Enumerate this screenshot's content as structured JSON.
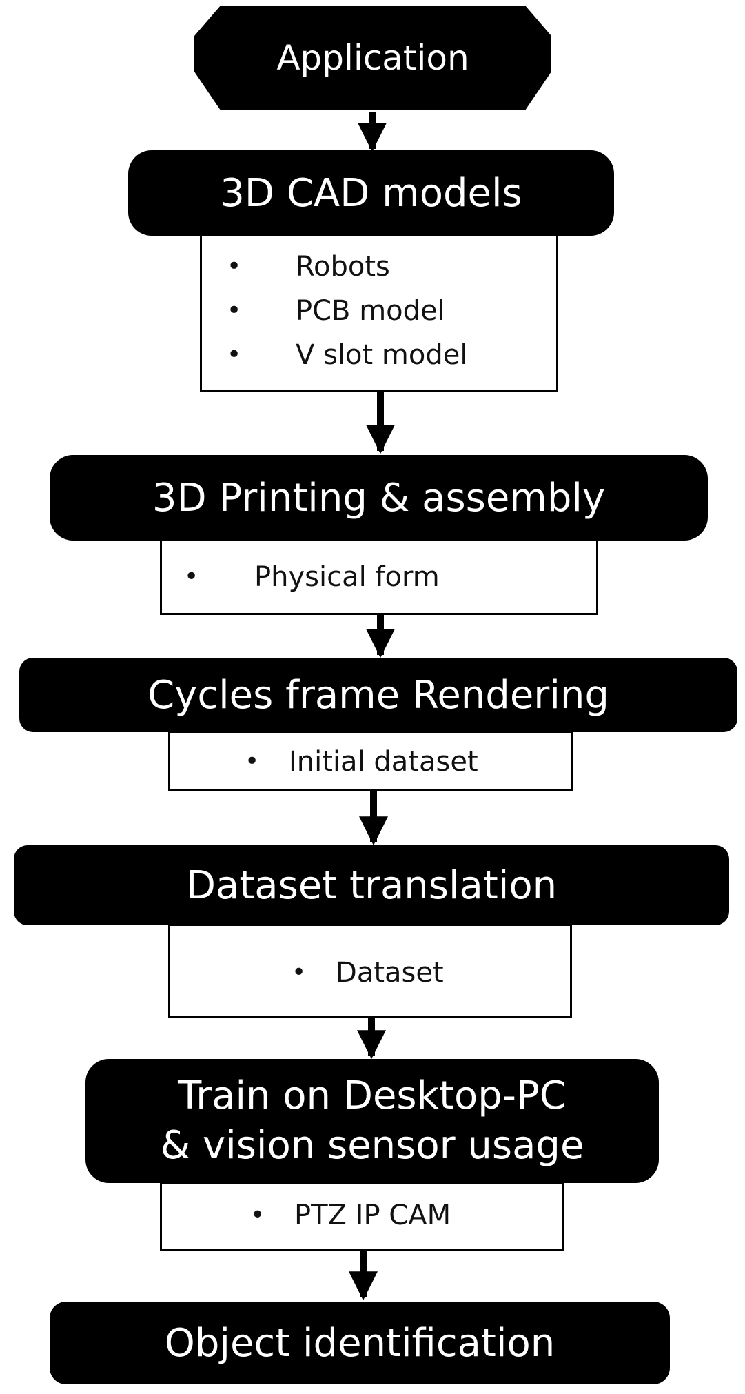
{
  "diagram": {
    "start": {
      "label": "Application"
    },
    "steps": [
      {
        "title": "3D CAD models",
        "bullets": [
          "Robots",
          "PCB model",
          "V slot model"
        ]
      },
      {
        "title": "3D Printing & assembly",
        "bullets": [
          "Physical form"
        ]
      },
      {
        "title": "Cycles frame Rendering",
        "bullets": [
          "Initial dataset"
        ]
      },
      {
        "title": "Dataset translation",
        "bullets": [
          "Dataset"
        ]
      },
      {
        "title_lines": [
          "Train on Desktop-PC",
          "& vision sensor usage"
        ],
        "bullets": [
          "PTZ IP CAM"
        ]
      },
      {
        "title": "Object identification"
      }
    ],
    "bullet_marker": "•"
  }
}
